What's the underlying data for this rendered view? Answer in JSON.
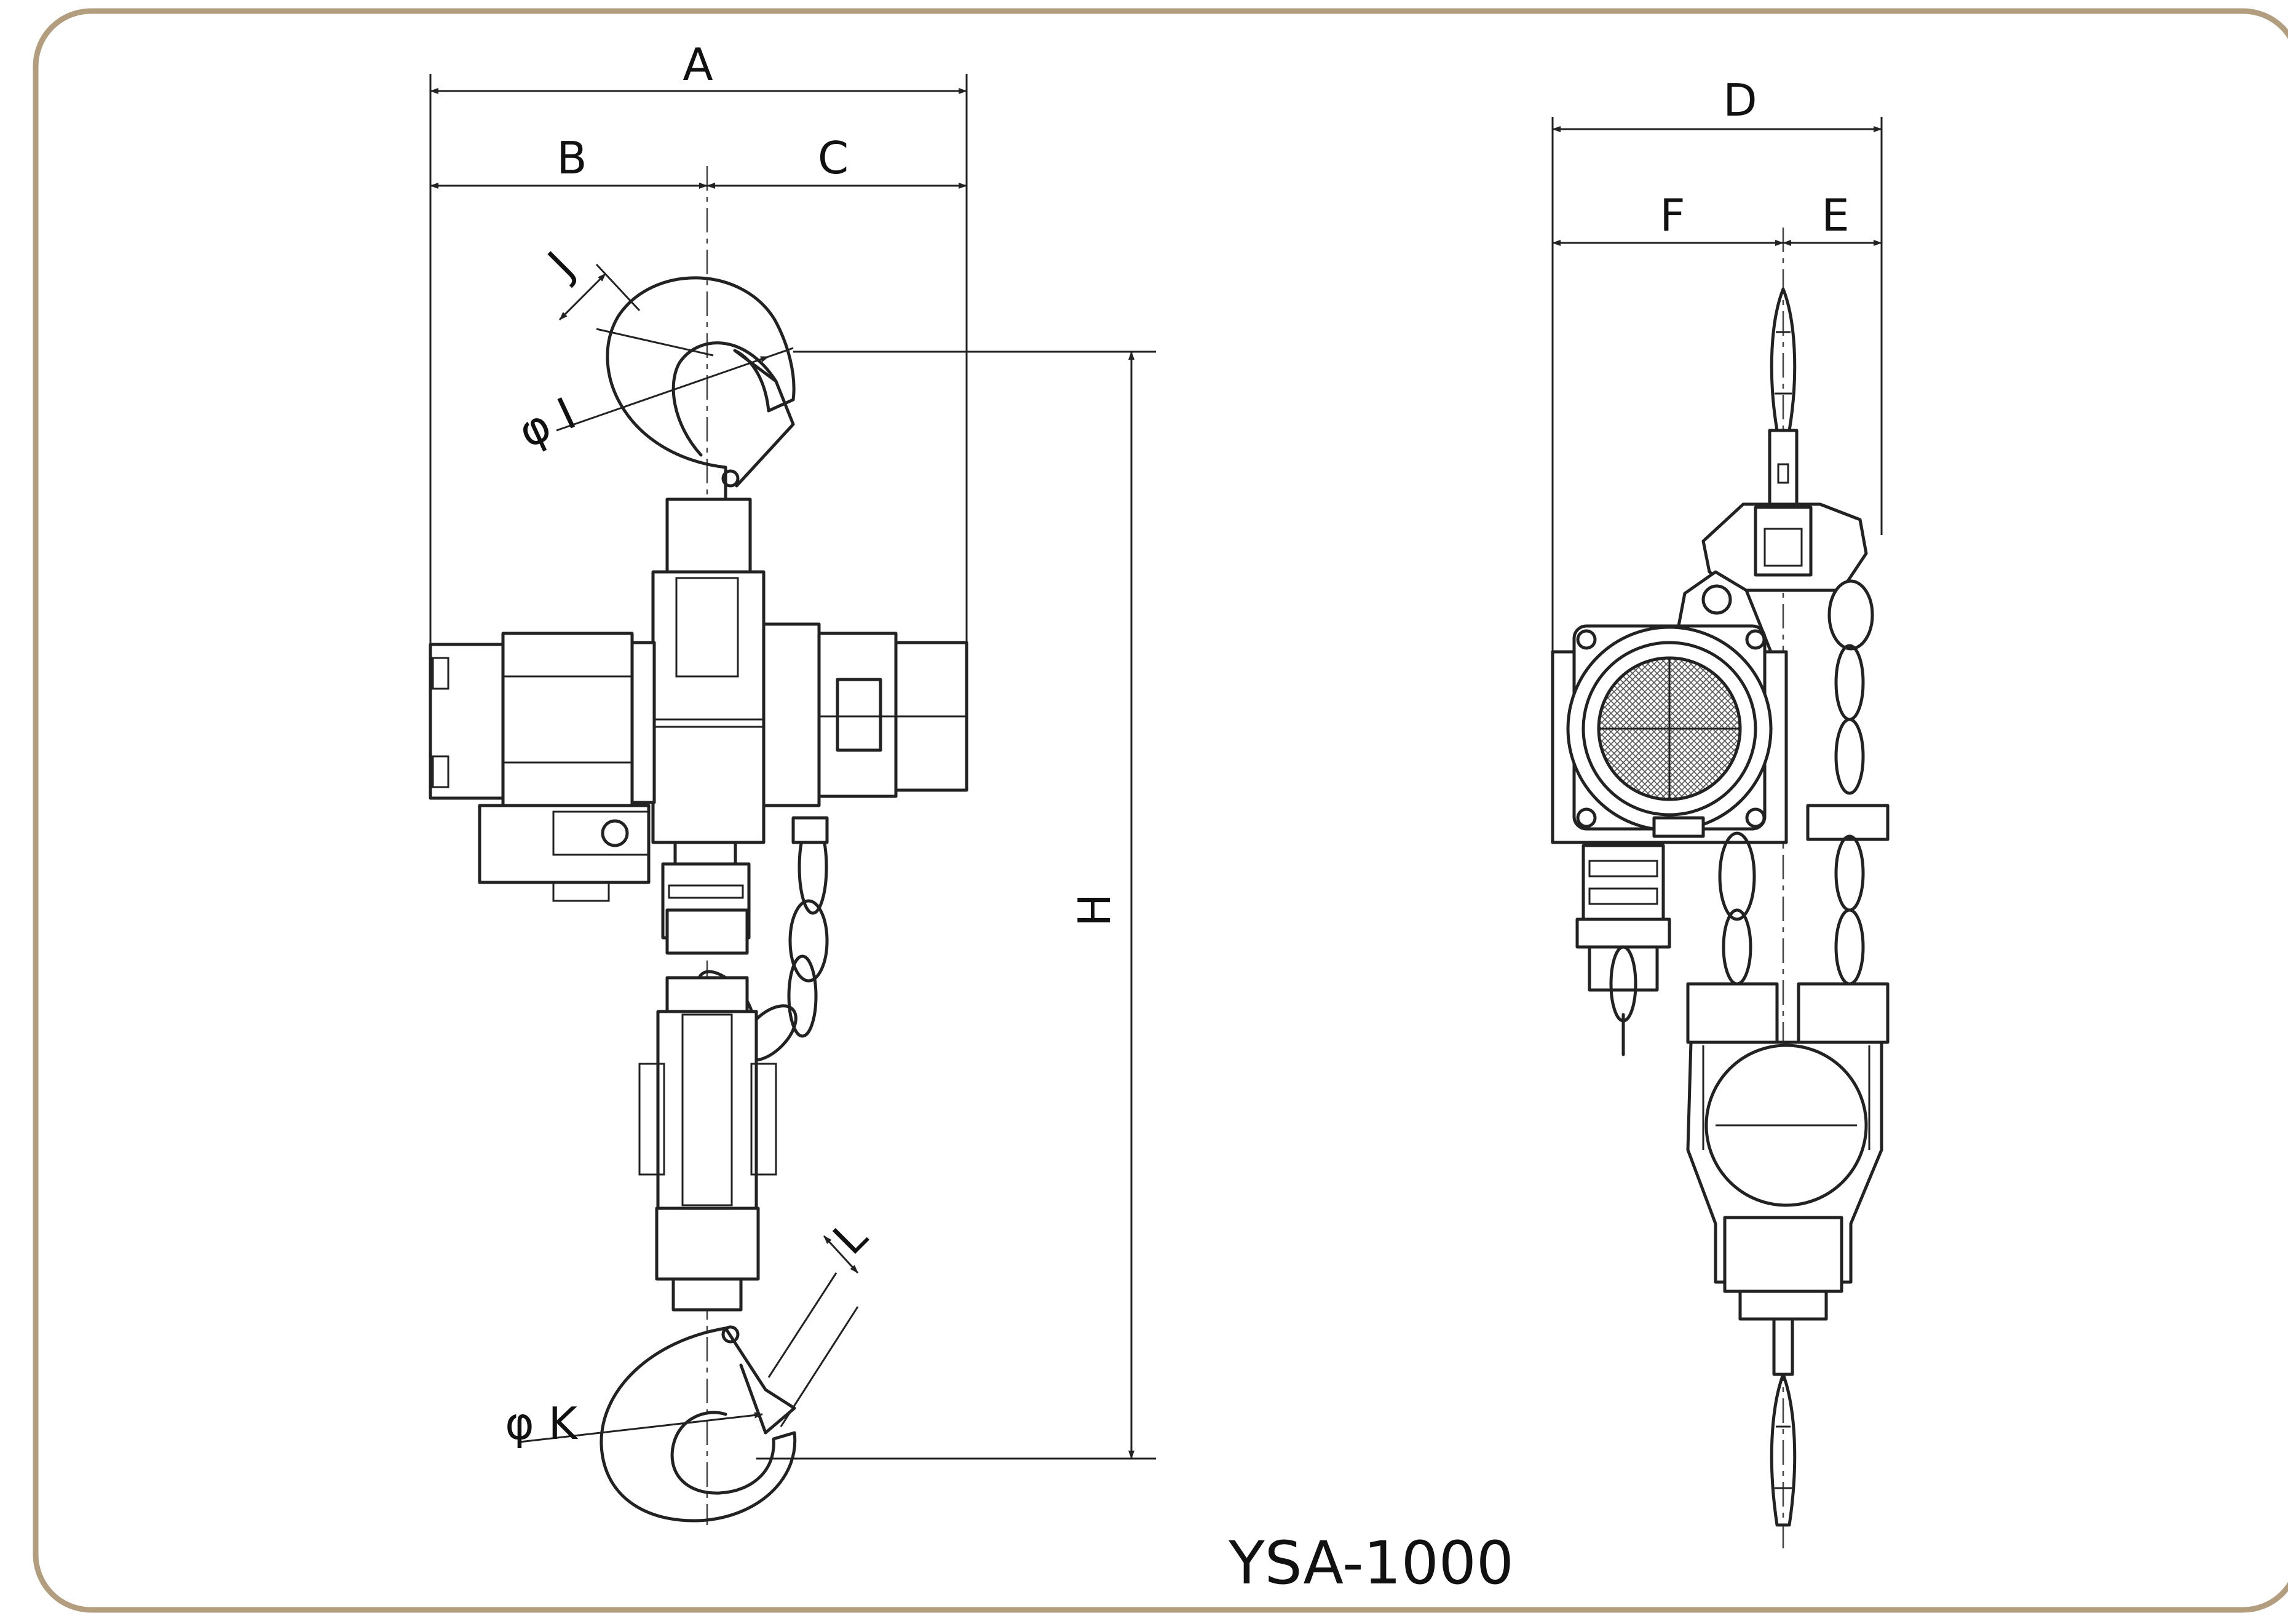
{
  "diagram": {
    "model": "YSA-1000",
    "frame_color": "#b39d7f",
    "dimension_labels": {
      "A": "A",
      "B": "B",
      "C": "C",
      "D": "D",
      "E": "E",
      "F": "F",
      "H": "H",
      "J": "J",
      "L": "L",
      "I": "φ I",
      "K": "φ K"
    }
  }
}
